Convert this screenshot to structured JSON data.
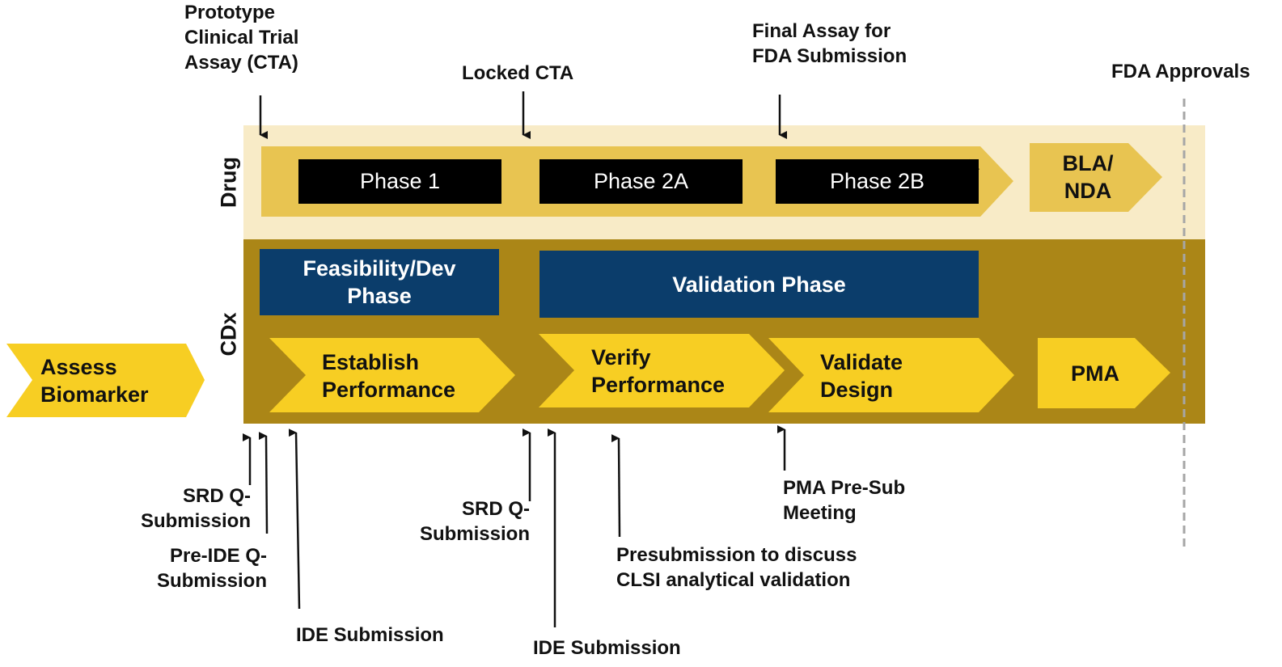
{
  "colors": {
    "drug_band": "#f8ebc7",
    "drug_arrow": "#e8c451",
    "cdx_band": "#ab8617",
    "yellow_chevron": "#f7ce23",
    "dark_box": "#000000",
    "blue_box": "#0b3d6b",
    "dashed_line": "#a6a6a6"
  },
  "rows": {
    "drug_label": "Drug",
    "cdx_label": "CDx"
  },
  "drug_phases": [
    "Phase 1",
    "Phase 2A",
    "Phase 2B"
  ],
  "bla_nda": "BLA/\nNDA",
  "cdx_phases": {
    "feasibility": "Feasibility/Dev\nPhase",
    "validation": "Validation Phase"
  },
  "cdx_steps": {
    "assess": "Assess\nBiomarker",
    "establish": "Establish\nPerformance",
    "verify": "Verify\nPerformance",
    "validate": "Validate\nDesign",
    "pma": "PMA"
  },
  "top_annotations": {
    "prototype": "Prototype\nClinical Trial\nAssay (CTA)",
    "locked": "Locked CTA",
    "final": "Final Assay for\nFDA Submission",
    "fda": "FDA Approvals"
  },
  "bottom_annotations": {
    "srd_1": "SRD Q-\nSubmission",
    "pre_ide": "Pre-IDE Q-\nSubmission",
    "ide_1": "IDE Submission",
    "srd_2": "SRD Q-\nSubmission",
    "ide_2": "IDE Submission",
    "presub_clsi": "Presubmission to discuss\nCLSI analytical validation",
    "pma_presub": "PMA Pre-Sub\nMeeting"
  }
}
